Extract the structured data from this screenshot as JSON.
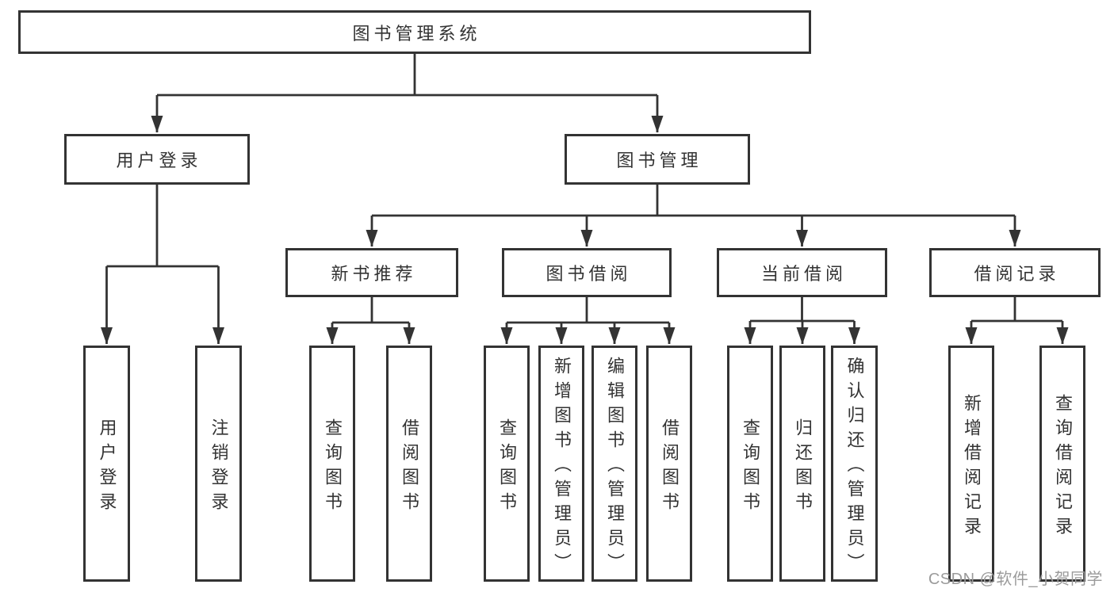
{
  "diagram": {
    "title": "图书管理系统",
    "nodes": [
      {
        "id": "root",
        "label": "图书管理系统"
      },
      {
        "id": "user-login",
        "label": "用户登录"
      },
      {
        "id": "book-mgmt",
        "label": "图书管理"
      },
      {
        "id": "new-book-rec",
        "label": "新书推荐"
      },
      {
        "id": "book-borrow",
        "label": "图书借阅"
      },
      {
        "id": "current-borrow",
        "label": "当前借阅"
      },
      {
        "id": "borrow-records",
        "label": "借阅记录"
      },
      {
        "id": "leaf-user-login",
        "label": "用户登录"
      },
      {
        "id": "leaf-logout",
        "label": "注销登录"
      },
      {
        "id": "leaf-query-book-1",
        "label": "查询图书"
      },
      {
        "id": "leaf-borrow-book-1",
        "label": "借阅图书"
      },
      {
        "id": "leaf-query-book-2",
        "label": "查询图书"
      },
      {
        "id": "leaf-add-book",
        "label": "新增图书（管理员）"
      },
      {
        "id": "leaf-edit-book",
        "label": "编辑图书（管理员）"
      },
      {
        "id": "leaf-borrow-book-2",
        "label": "借阅图书"
      },
      {
        "id": "leaf-query-book-3",
        "label": "查询图书"
      },
      {
        "id": "leaf-return-book",
        "label": "归还图书"
      },
      {
        "id": "leaf-confirm-return",
        "label": "确认归还（管理员）"
      },
      {
        "id": "leaf-add-borrow-record",
        "label": "新增借阅记录"
      },
      {
        "id": "leaf-query-borrow-record",
        "label": "查询借阅记录"
      }
    ],
    "edges": [
      {
        "from": "root",
        "to": "user-login"
      },
      {
        "from": "root",
        "to": "book-mgmt"
      },
      {
        "from": "user-login",
        "to": "leaf-user-login"
      },
      {
        "from": "user-login",
        "to": "leaf-logout"
      },
      {
        "from": "book-mgmt",
        "to": "new-book-rec"
      },
      {
        "from": "book-mgmt",
        "to": "book-borrow"
      },
      {
        "from": "book-mgmt",
        "to": "current-borrow"
      },
      {
        "from": "book-mgmt",
        "to": "borrow-records"
      },
      {
        "from": "new-book-rec",
        "to": "leaf-query-book-1"
      },
      {
        "from": "new-book-rec",
        "to": "leaf-borrow-book-1"
      },
      {
        "from": "book-borrow",
        "to": "leaf-query-book-2"
      },
      {
        "from": "book-borrow",
        "to": "leaf-add-book"
      },
      {
        "from": "book-borrow",
        "to": "leaf-edit-book"
      },
      {
        "from": "book-borrow",
        "to": "leaf-borrow-book-2"
      },
      {
        "from": "current-borrow",
        "to": "leaf-query-book-3"
      },
      {
        "from": "current-borrow",
        "to": "leaf-return-book"
      },
      {
        "from": "current-borrow",
        "to": "leaf-confirm-return"
      },
      {
        "from": "borrow-records",
        "to": "leaf-add-borrow-record"
      },
      {
        "from": "borrow-records",
        "to": "leaf-query-borrow-record"
      }
    ],
    "colors": {
      "line": "#333333",
      "box_border": "#333333",
      "box_fill": "#ffffff",
      "text": "#333333",
      "watermark": "#9b9b9b"
    }
  },
  "watermark": {
    "text": "CSDN @软件_小贺同学"
  }
}
